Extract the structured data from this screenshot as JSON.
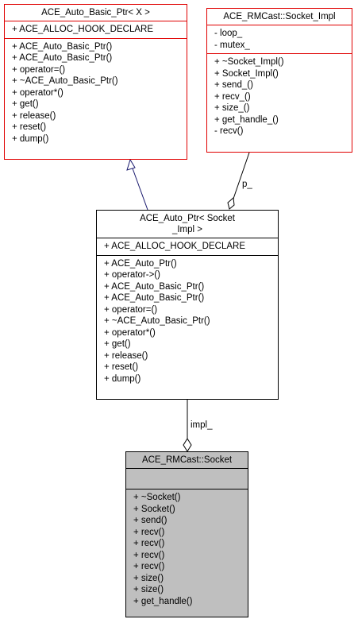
{
  "classes": {
    "ace_auto_basic_ptr": {
      "title": "ACE_Auto_Basic_Ptr< X >",
      "attributes": [
        "+ ACE_ALLOC_HOOK_DECLARE"
      ],
      "methods": [
        "+ ACE_Auto_Basic_Ptr()",
        "+ ACE_Auto_Basic_Ptr()",
        "+ operator=()",
        "+ ~ACE_Auto_Basic_Ptr()",
        "+ operator*()",
        "+ get()",
        "+ release()",
        "+ reset()",
        "+ dump()"
      ]
    },
    "socket_impl": {
      "title": "ACE_RMCast::Socket_Impl",
      "attributes": [
        "- loop_",
        "- mutex_"
      ],
      "methods": [
        "+ ~Socket_Impl()",
        "+ Socket_Impl()",
        "+ send_()",
        "+ recv_()",
        "+ size_()",
        "+ get_handle_()",
        "- recv()"
      ]
    },
    "ace_auto_ptr": {
      "title_line1": "ACE_Auto_Ptr< Socket",
      "title_line2": "_Impl >",
      "attributes": [
        "+ ACE_ALLOC_HOOK_DECLARE"
      ],
      "methods": [
        "+ ACE_Auto_Ptr()",
        "+ operator->()",
        "+ ACE_Auto_Basic_Ptr()",
        "+ ACE_Auto_Basic_Ptr()",
        "+ operator=()",
        "+ ~ACE_Auto_Basic_Ptr()",
        "+ operator*()",
        "+ get()",
        "+ release()",
        "+ reset()",
        "+ dump()"
      ]
    },
    "socket": {
      "title": "ACE_RMCast::Socket",
      "attributes": [],
      "methods": [
        "+ ~Socket()",
        "+ Socket()",
        "+ send()",
        "+ recv()",
        "+ recv()",
        "+ recv()",
        "+ recv()",
        "+ size()",
        "+ size()",
        "+ get_handle()"
      ]
    }
  },
  "edges": {
    "p_label": "p_",
    "impl_label": "impl_"
  },
  "colors": {
    "border_red": "#e00000",
    "border_black": "#000000",
    "highlight_fill": "#bfbfbf",
    "inherit_arrow": "#1a1a6e"
  }
}
